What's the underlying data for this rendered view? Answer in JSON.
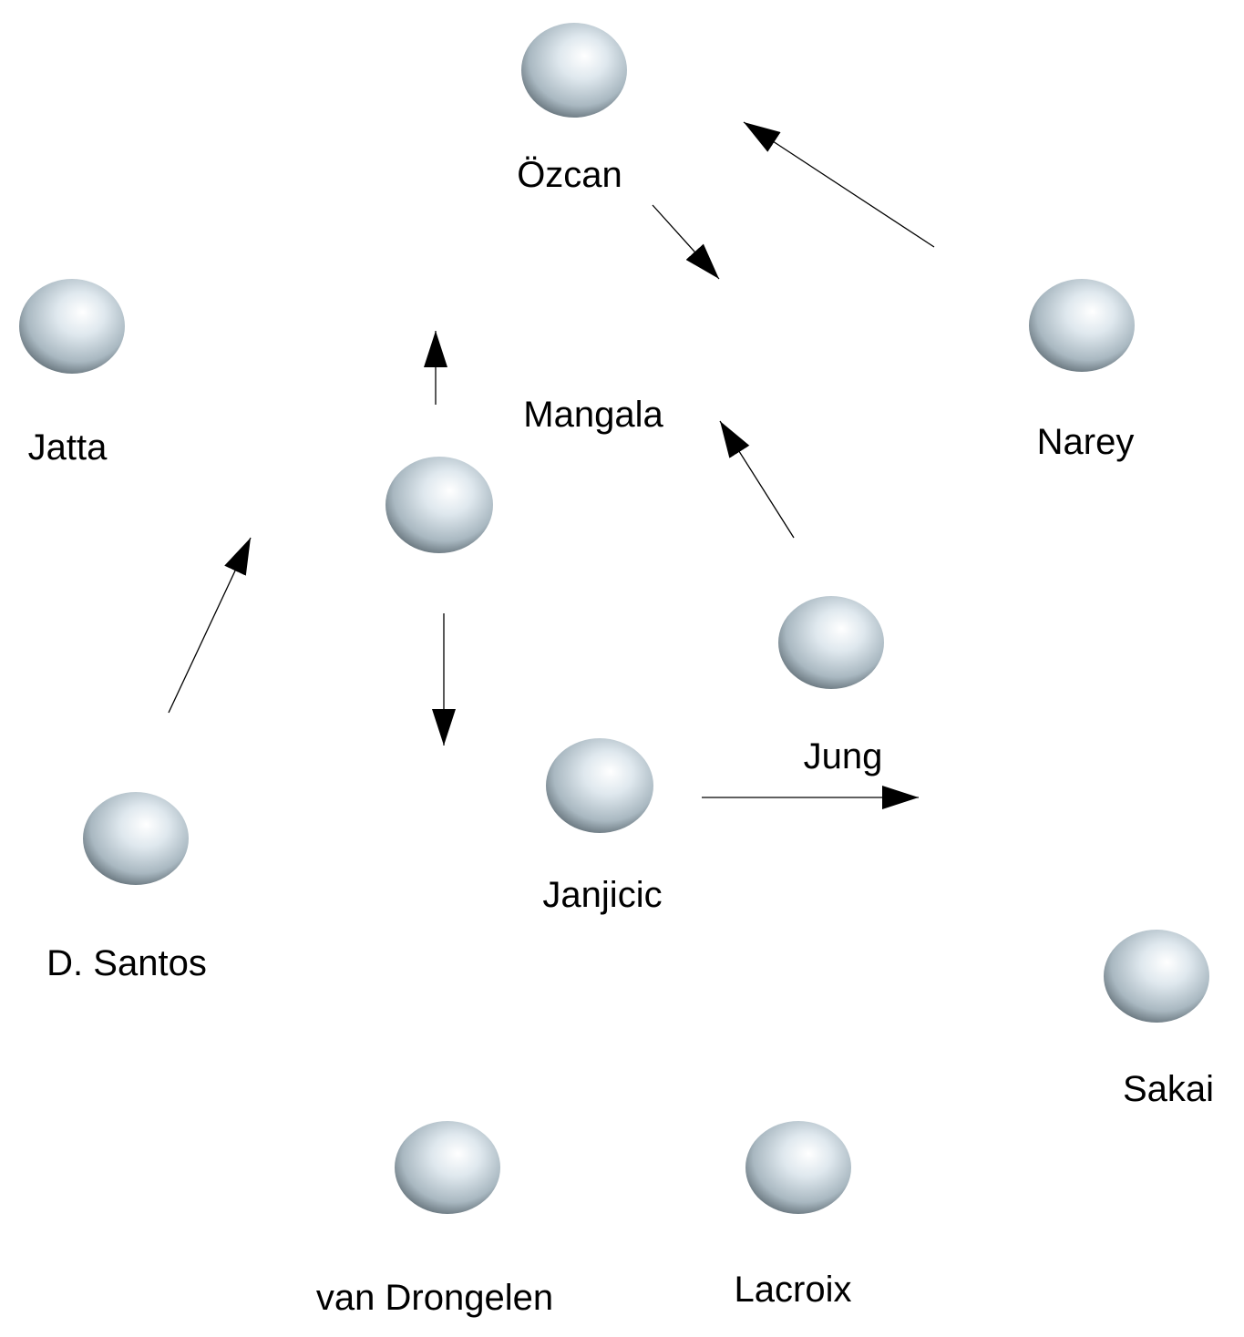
{
  "nodes": {
    "ozcan": {
      "label": "Özcan"
    },
    "jatta": {
      "label": "Jatta"
    },
    "mangala": {
      "label": "Mangala"
    },
    "narey": {
      "label": "Narey"
    },
    "jung": {
      "label": "Jung"
    },
    "janjicic": {
      "label": "Janjicic"
    },
    "dsantos": {
      "label": "D. Santos"
    },
    "sakai": {
      "label": "Sakai"
    },
    "vandrongelen": {
      "label": "van Drongelen"
    },
    "lacroix": {
      "label": "Lacroix"
    }
  },
  "colors": {
    "sphere_light": "#ffffff",
    "sphere_mid": "#c9d6de",
    "sphere_dark": "#5d6a72",
    "arrow": "#000000"
  }
}
